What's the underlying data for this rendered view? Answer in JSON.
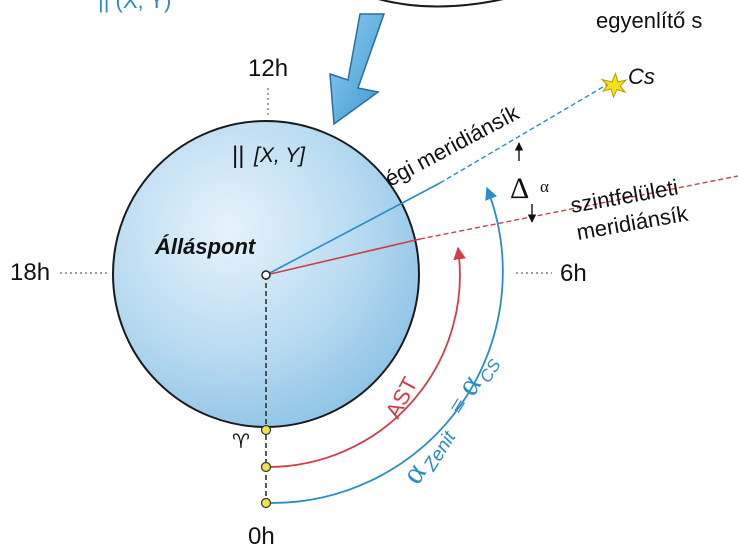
{
  "top": {
    "partial_left_label": "|| (X, Y)",
    "partial_right_label": "egyenlítő s"
  },
  "hours": {
    "h12": "12h",
    "h18": "18h",
    "h6": "6h",
    "h0": "0h"
  },
  "circle": {
    "plane_label_bars": "||",
    "plane_label": "[X, Y]",
    "center_label": "Álláspont"
  },
  "lines": {
    "celestial_meridian": "égi meridiánsík",
    "star_label": "Cs",
    "level_meridian_line1": "szintfelületi",
    "level_meridian_line2": "meridiánsík",
    "delta_symbol": "Δ",
    "delta_subscript": "α"
  },
  "arcs": {
    "ast_label": "AST",
    "alpha_symbol": "α",
    "alpha_zenit_sub": "Zenit",
    "equiv_symbol": "≡",
    "alpha_cs_symbol": "α",
    "alpha_cs_sub": "CS"
  },
  "points": {
    "vernal_symbol": "♈"
  },
  "colors": {
    "blue": "#2a8cc8",
    "red": "#d23c46",
    "sphere_fill": "#b9dbf1",
    "sphere_stroke": "#1a1a1a",
    "arrow_fill": "#6db7e4",
    "star_fill": "#f7e21a"
  }
}
